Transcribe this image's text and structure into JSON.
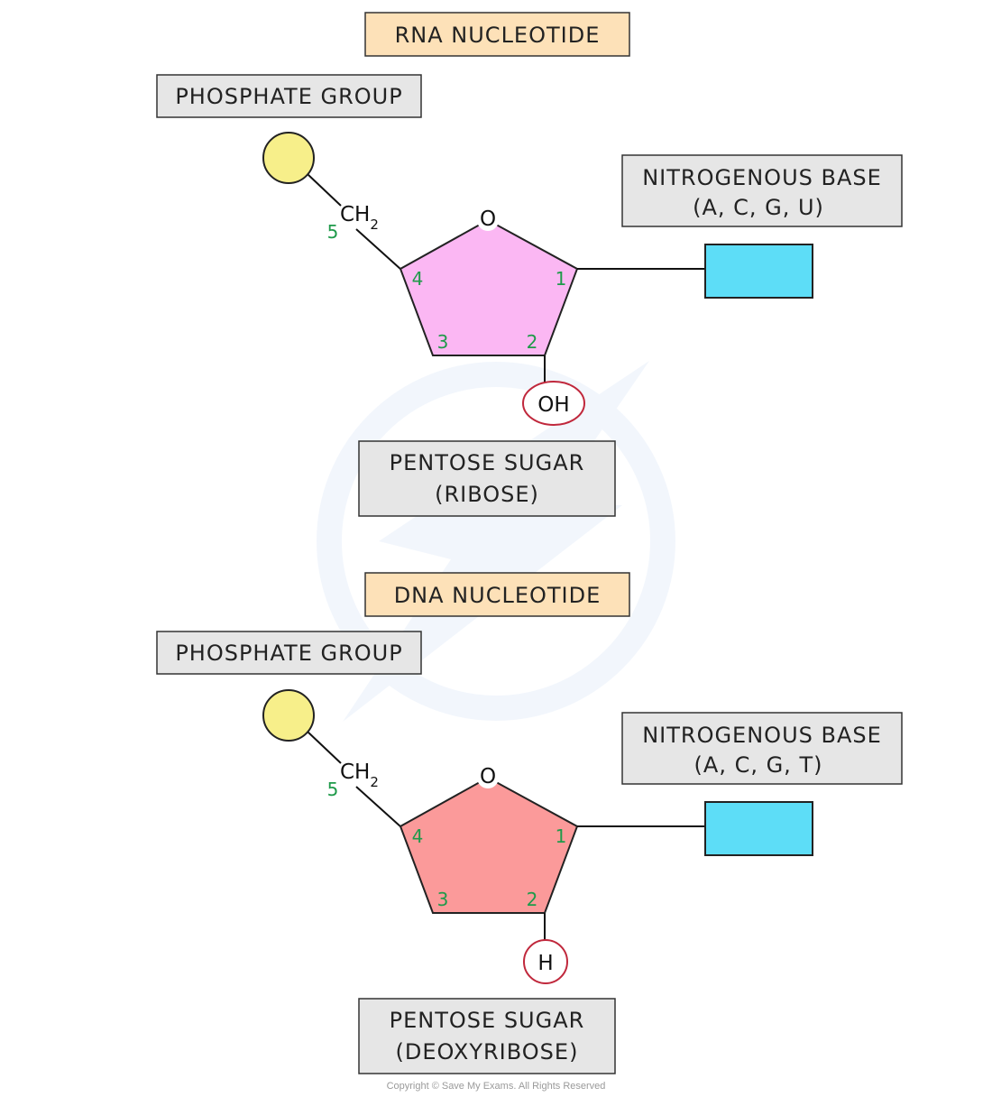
{
  "rna": {
    "title": "RNA NUCLEOTIDE",
    "phosphate_label": "PHOSPHATE GROUP",
    "base_label_line1": "NITROGENOUS BASE",
    "base_label_line2": "(A, C, G, U)",
    "sugar_label_line1": "PENTOSE SUGAR",
    "sugar_label_line2": "(RIBOSE)",
    "ring_oxygen": "O",
    "ch2_main": "CH",
    "ch2_sub": "2",
    "carbon_numbers": [
      "1",
      "2",
      "3",
      "4",
      "5"
    ],
    "c2_group": "OH",
    "sugar_color": "#fbb7f3"
  },
  "dna": {
    "title": "DNA NUCLEOTIDE",
    "phosphate_label": "PHOSPHATE GROUP",
    "base_label_line1": "NITROGENOUS BASE",
    "base_label_line2": "(A, C, G, T)",
    "sugar_label_line1": "PENTOSE SUGAR",
    "sugar_label_line2": "(DEOXYRIBOSE)",
    "ring_oxygen": "O",
    "ch2_main": "CH",
    "ch2_sub": "2",
    "carbon_numbers": [
      "1",
      "2",
      "3",
      "4",
      "5"
    ],
    "c2_group": "H",
    "sugar_color": "#fb9a9a"
  },
  "colors": {
    "title_box": "#fde1b8",
    "label_box": "#e6e6e6",
    "phosphate": "#f7ef8a",
    "base": "#5dddf7",
    "carbon_numbers": "#1f9a4a",
    "c2_circle": "#c0283c"
  },
  "copyright": "Copyright © Save My Exams. All Rights Reserved"
}
